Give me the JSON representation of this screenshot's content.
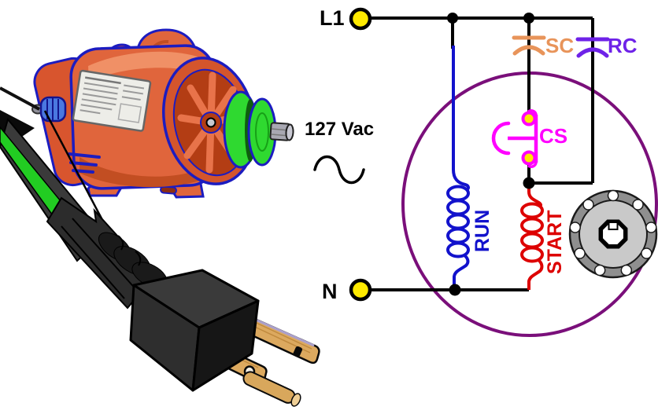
{
  "schematic": {
    "terminals": {
      "l1": "L1",
      "n": "N"
    },
    "source": {
      "voltage": "127 Vac",
      "waveform_icon": "sine-wave"
    },
    "components": {
      "start_capacitor": {
        "label": "SC",
        "color": "#E8945A"
      },
      "run_capacitor": {
        "label": "RC",
        "color": "#6E22E8"
      },
      "centrifugal_switch": {
        "label": "CS",
        "color": "#FF00FF",
        "contact_fill": "#FFE800"
      },
      "run_winding": {
        "label": "RUN",
        "color": "#1212CC"
      },
      "start_winding": {
        "label": "START",
        "color": "#DD0000"
      },
      "rotor": {
        "ring_color": "#8F8F8F",
        "core_color": "#C9C9C9"
      }
    },
    "boundary_color": "#7A0F7A",
    "wire_color": "#000000",
    "terminal_fill": "#FFEA00"
  },
  "illustration": {
    "motor": {
      "icon": "induction-motor",
      "body_color": "#E0653C",
      "outline_color": "#1C1CC0",
      "pulley_color": "#2FD930",
      "terminal_knob_color": "#4A78E0"
    },
    "cord": {
      "icon": "power-cord",
      "color": "#2E2E2E",
      "stripe_color": "#22CC22"
    },
    "plug": {
      "icon": "three-prong-plug",
      "body_color": "#2F2F2F",
      "prong_color": "#DCA95F"
    }
  }
}
